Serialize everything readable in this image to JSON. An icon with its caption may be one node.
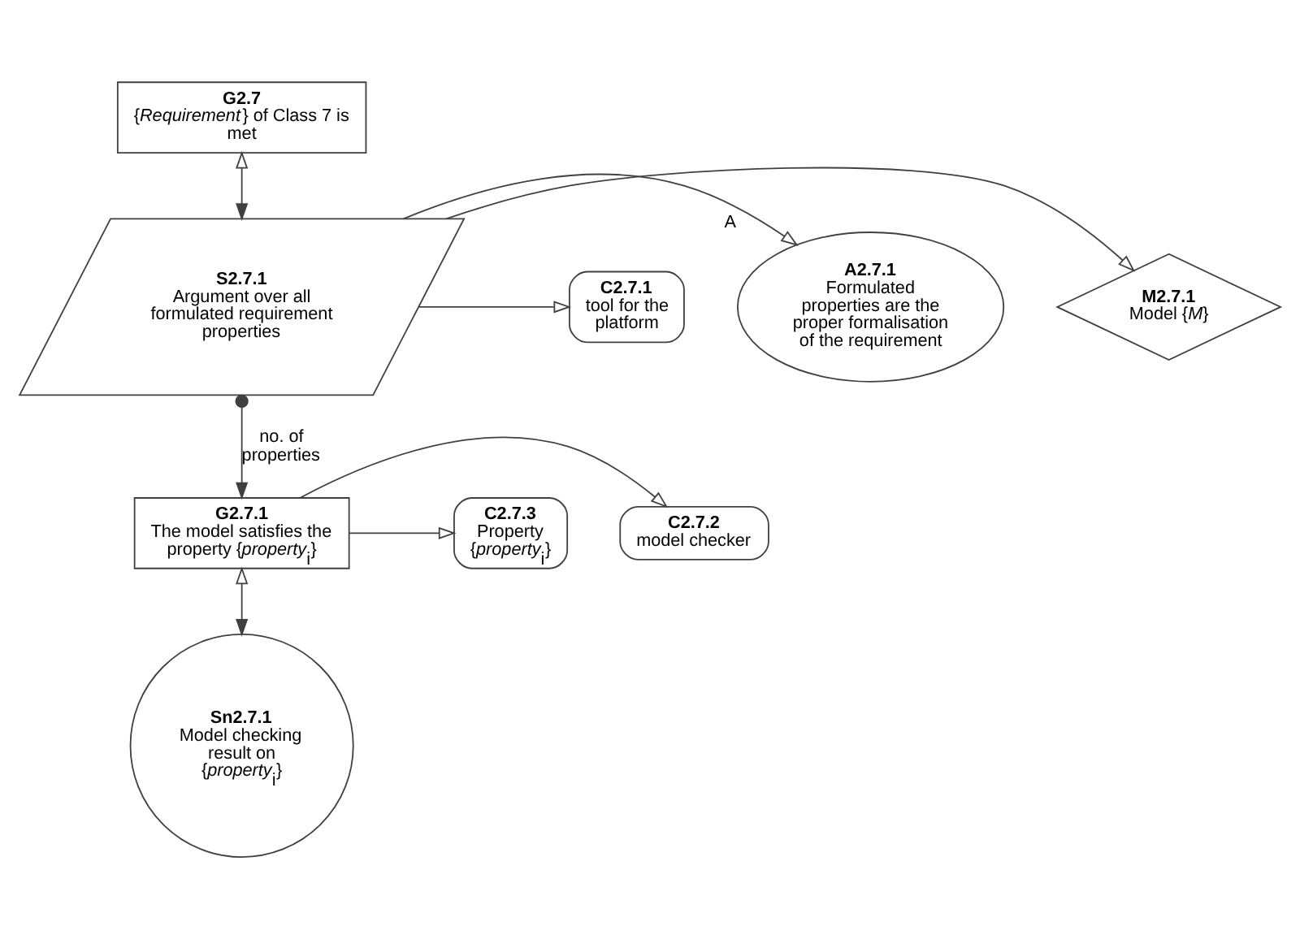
{
  "diagram": {
    "nodes": [
      {
        "text": [
          "G2.7",
          "{*Requirement*} of Class 7 is met"
        ]
      },
      {
        "text": [
          "M2.7.1",
          "Model {*M*}"
        ]
      },
      {
        "text": [
          "S2.7.1",
          "Argument over all formulated requirement properties"
        ]
      },
      {
        "text": [
          "A2.7.1",
          "Formulated properties are the proper formalisation of the requirement"
        ],
        "beside": [
          "A"
        ]
      },
      {
        "text": [
          "C2.7.1",
          "tool for the platform"
        ]
      },
      {
        "text": [
          "C2.7.2",
          "model checker"
        ]
      },
      {
        "text": [
          "G2.7.1",
          "The model satisfies the property {*property*$_{i}$}"
        ]
      },
      {
        "text": [
          "C2.7.3",
          "Property {*property*$_{i}$}"
        ]
      },
      {
        "text": [
          "Sn2.7.1",
          "Model checking result on {*property*$_{i}$}"
        ]
      }
    ],
    "edges": [
      {
        "from": 0,
        "to": 2,
        "arrow": "both"
      },
      {
        "from": 2,
        "to": 1,
        "arrow": "to"
      },
      {
        "from": 2,
        "to": 4,
        "arrow": "to"
      },
      {
        "from": 2,
        "to": 3,
        "arrow": "to"
      },
      {
        "from": 2,
        "to": 6,
        "arrow": "to",
        "label": "no. of properties"
      },
      {
        "from": 6,
        "to": 5,
        "arrow": "to"
      },
      {
        "from": 6,
        "to": 7,
        "arrow": "to"
      },
      {
        "from": 6,
        "to": 8,
        "arrow": "both"
      }
    ]
  }
}
